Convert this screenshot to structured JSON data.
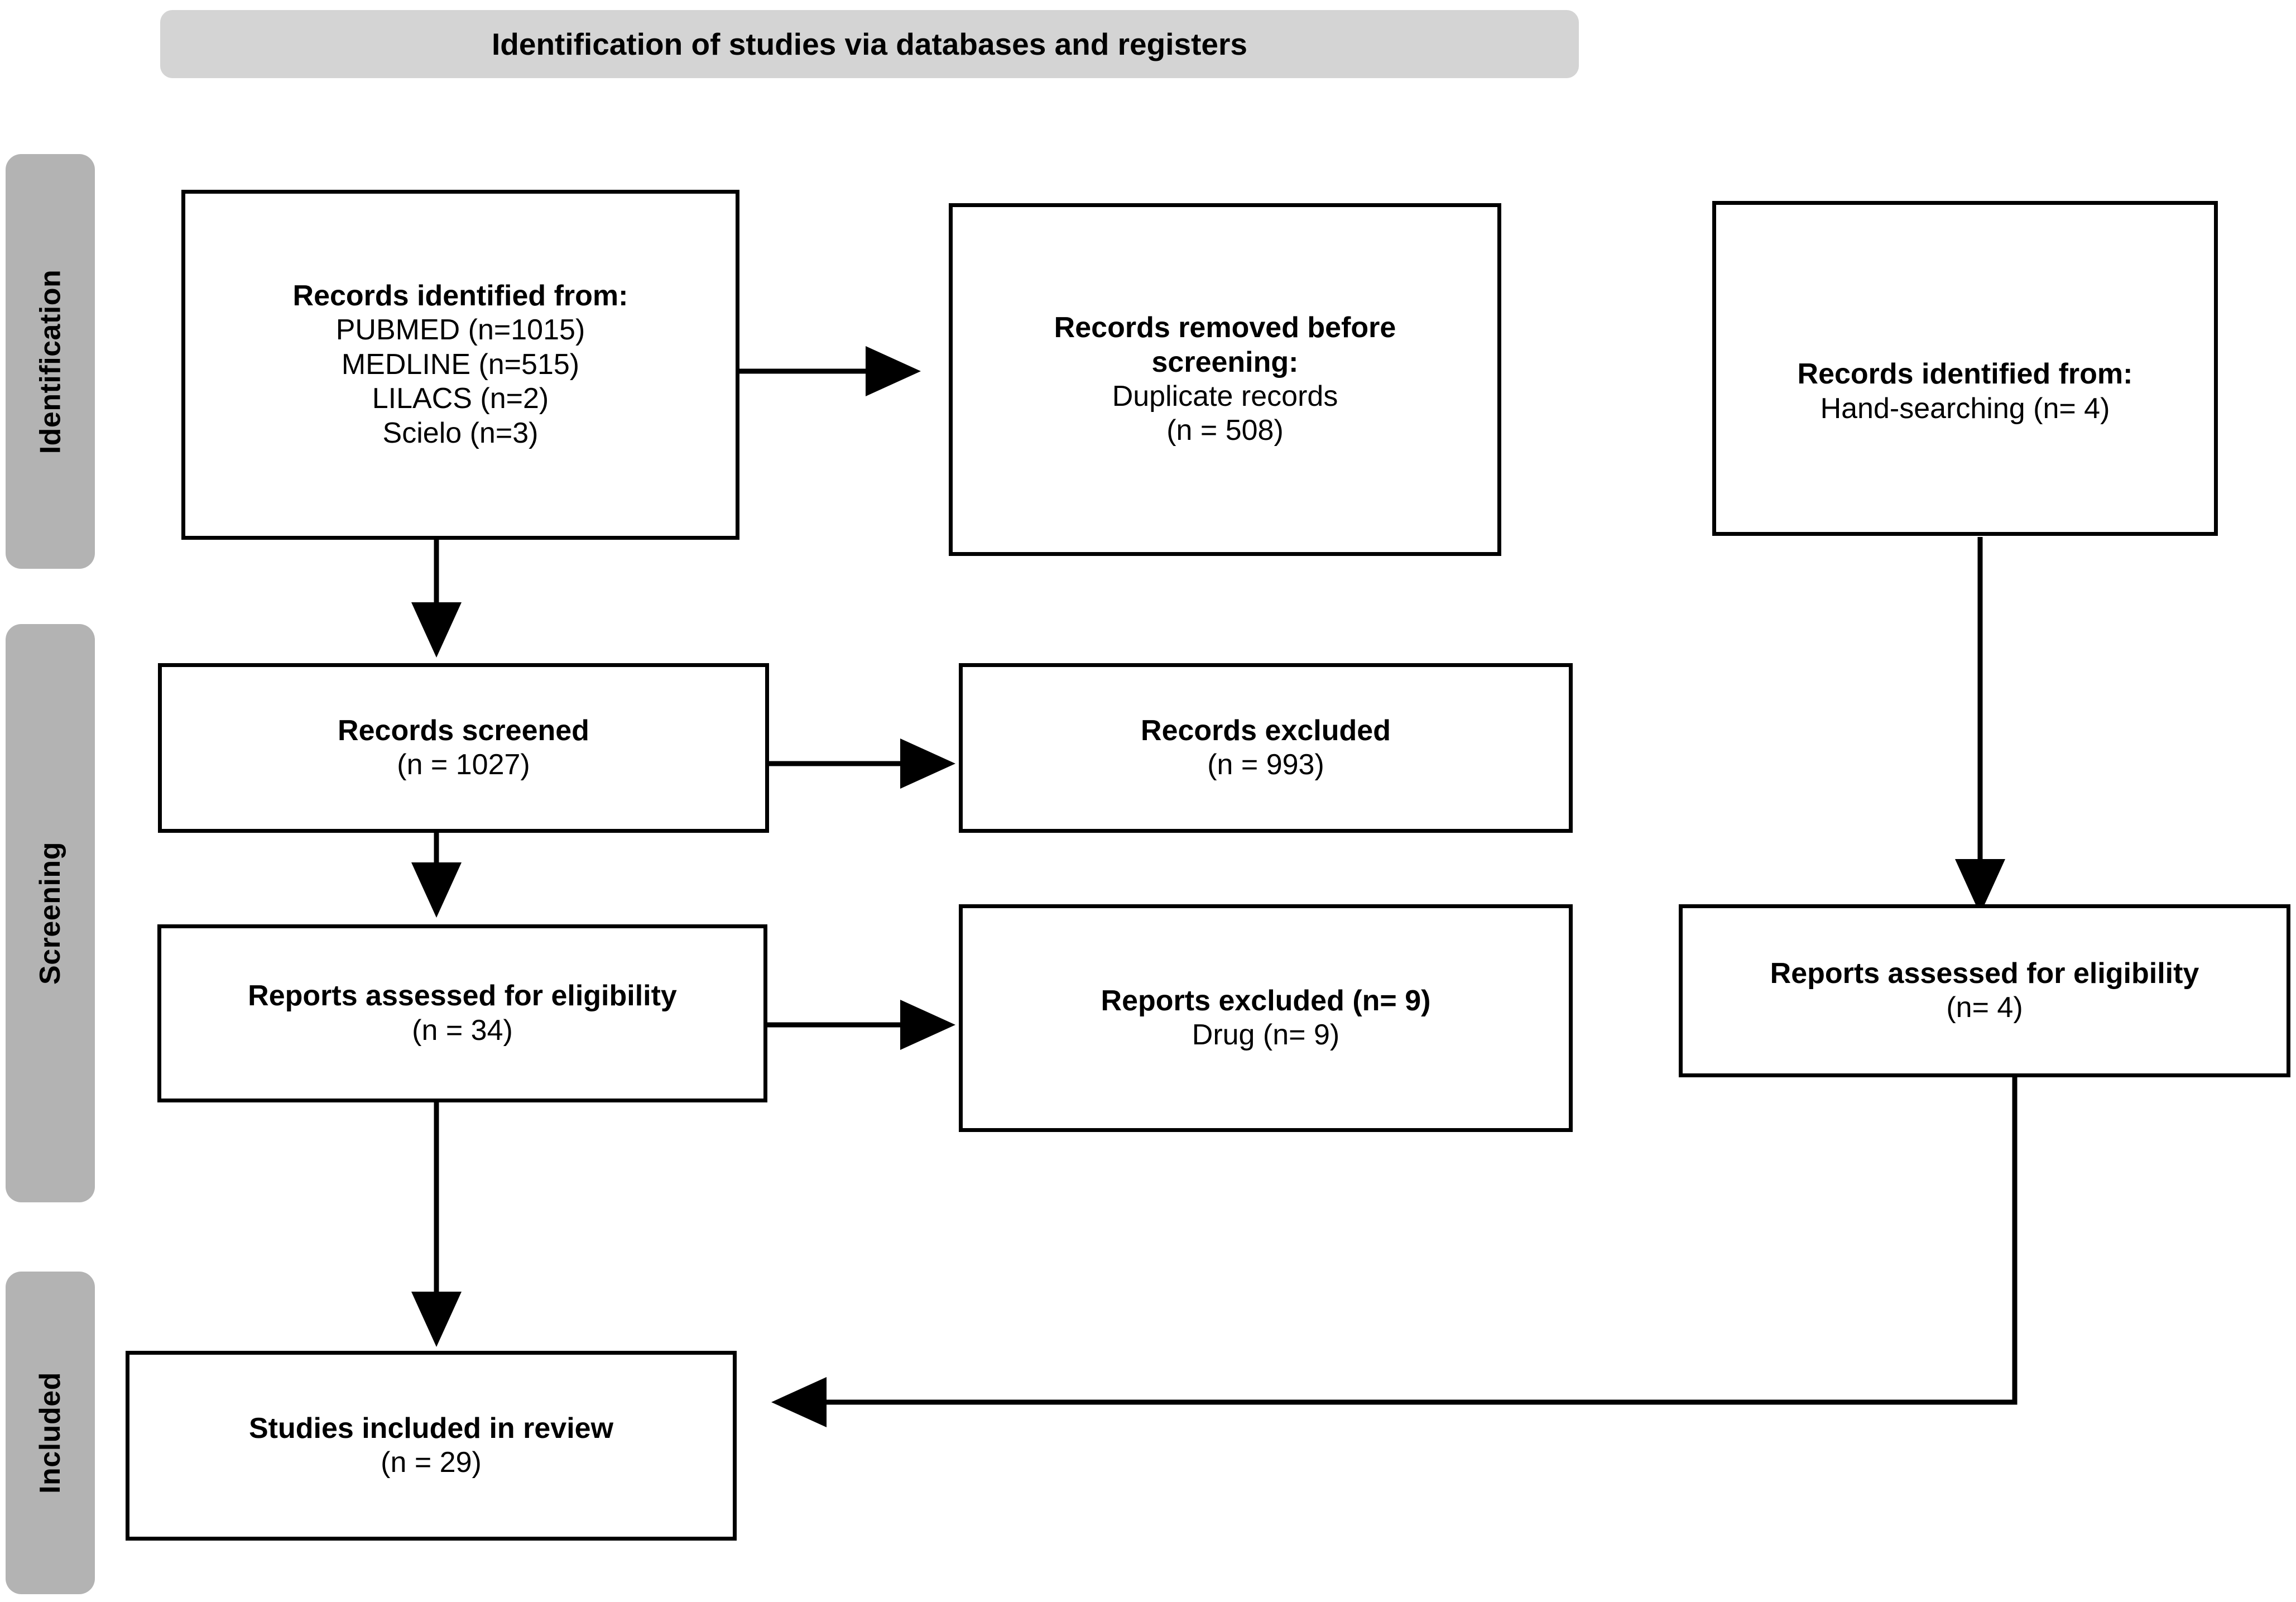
{
  "header": {
    "banner_title": "Identification of studies via databases and registers"
  },
  "stages": [
    {
      "id": "identification",
      "label": "Identification"
    },
    {
      "id": "screening",
      "label": "Screening"
    },
    {
      "id": "included",
      "label": "Included"
    }
  ],
  "boxes": {
    "records_identified_db": {
      "lines": [
        {
          "text": "Records identified from:",
          "bold": true
        },
        {
          "text": "PUBMED (n=1015)",
          "bold": false
        },
        {
          "text": "MEDLINE (n=515)",
          "bold": false
        },
        {
          "text": "LILACS (n=2)",
          "bold": false
        },
        {
          "text": "Scielo (n=3)",
          "bold": false
        }
      ]
    },
    "records_removed": {
      "lines": [
        {
          "text": "Records removed before",
          "bold": true
        },
        {
          "text": "screening:",
          "bold": true
        },
        {
          "text": "Duplicate records",
          "bold": false
        },
        {
          "text": "(n = 508)",
          "bold": false
        }
      ]
    },
    "records_identified_hand": {
      "lines": [
        {
          "text": "Records identified from:",
          "bold": true
        },
        {
          "text": "Hand-searching (n= 4)",
          "bold": false
        }
      ]
    },
    "records_screened": {
      "lines": [
        {
          "text": "Records screened",
          "bold": true
        },
        {
          "text": "(n = 1027)",
          "bold": false
        }
      ]
    },
    "records_excluded": {
      "lines": [
        {
          "text": "Records excluded",
          "bold": true
        },
        {
          "text": "(n = 993)",
          "bold": false
        }
      ]
    },
    "reports_eligibility_db": {
      "lines": [
        {
          "text": "Reports assessed for eligibility",
          "bold": true
        },
        {
          "text": "(n = 34)",
          "bold": false
        }
      ]
    },
    "reports_excluded": {
      "lines": [
        {
          "text": "Reports excluded (n= 9)",
          "bold": true
        },
        {
          "text": "Drug (n= 9)",
          "bold": false
        }
      ]
    },
    "reports_eligibility_hand": {
      "lines": [
        {
          "text": "Reports assessed for eligibility",
          "bold": true
        },
        {
          "text": "(n= 4)",
          "bold": false
        }
      ]
    },
    "studies_included": {
      "lines": [
        {
          "text": "Studies included in review",
          "bold": true
        },
        {
          "text": "(n = 29)",
          "bold": false
        }
      ]
    }
  },
  "colors": {
    "stage_band": "#b3b3b3",
    "header_banner": "#d4d4d4",
    "box_border": "#000000",
    "box_fill": "#ffffff",
    "connector": "#000000",
    "text": "#000000"
  }
}
